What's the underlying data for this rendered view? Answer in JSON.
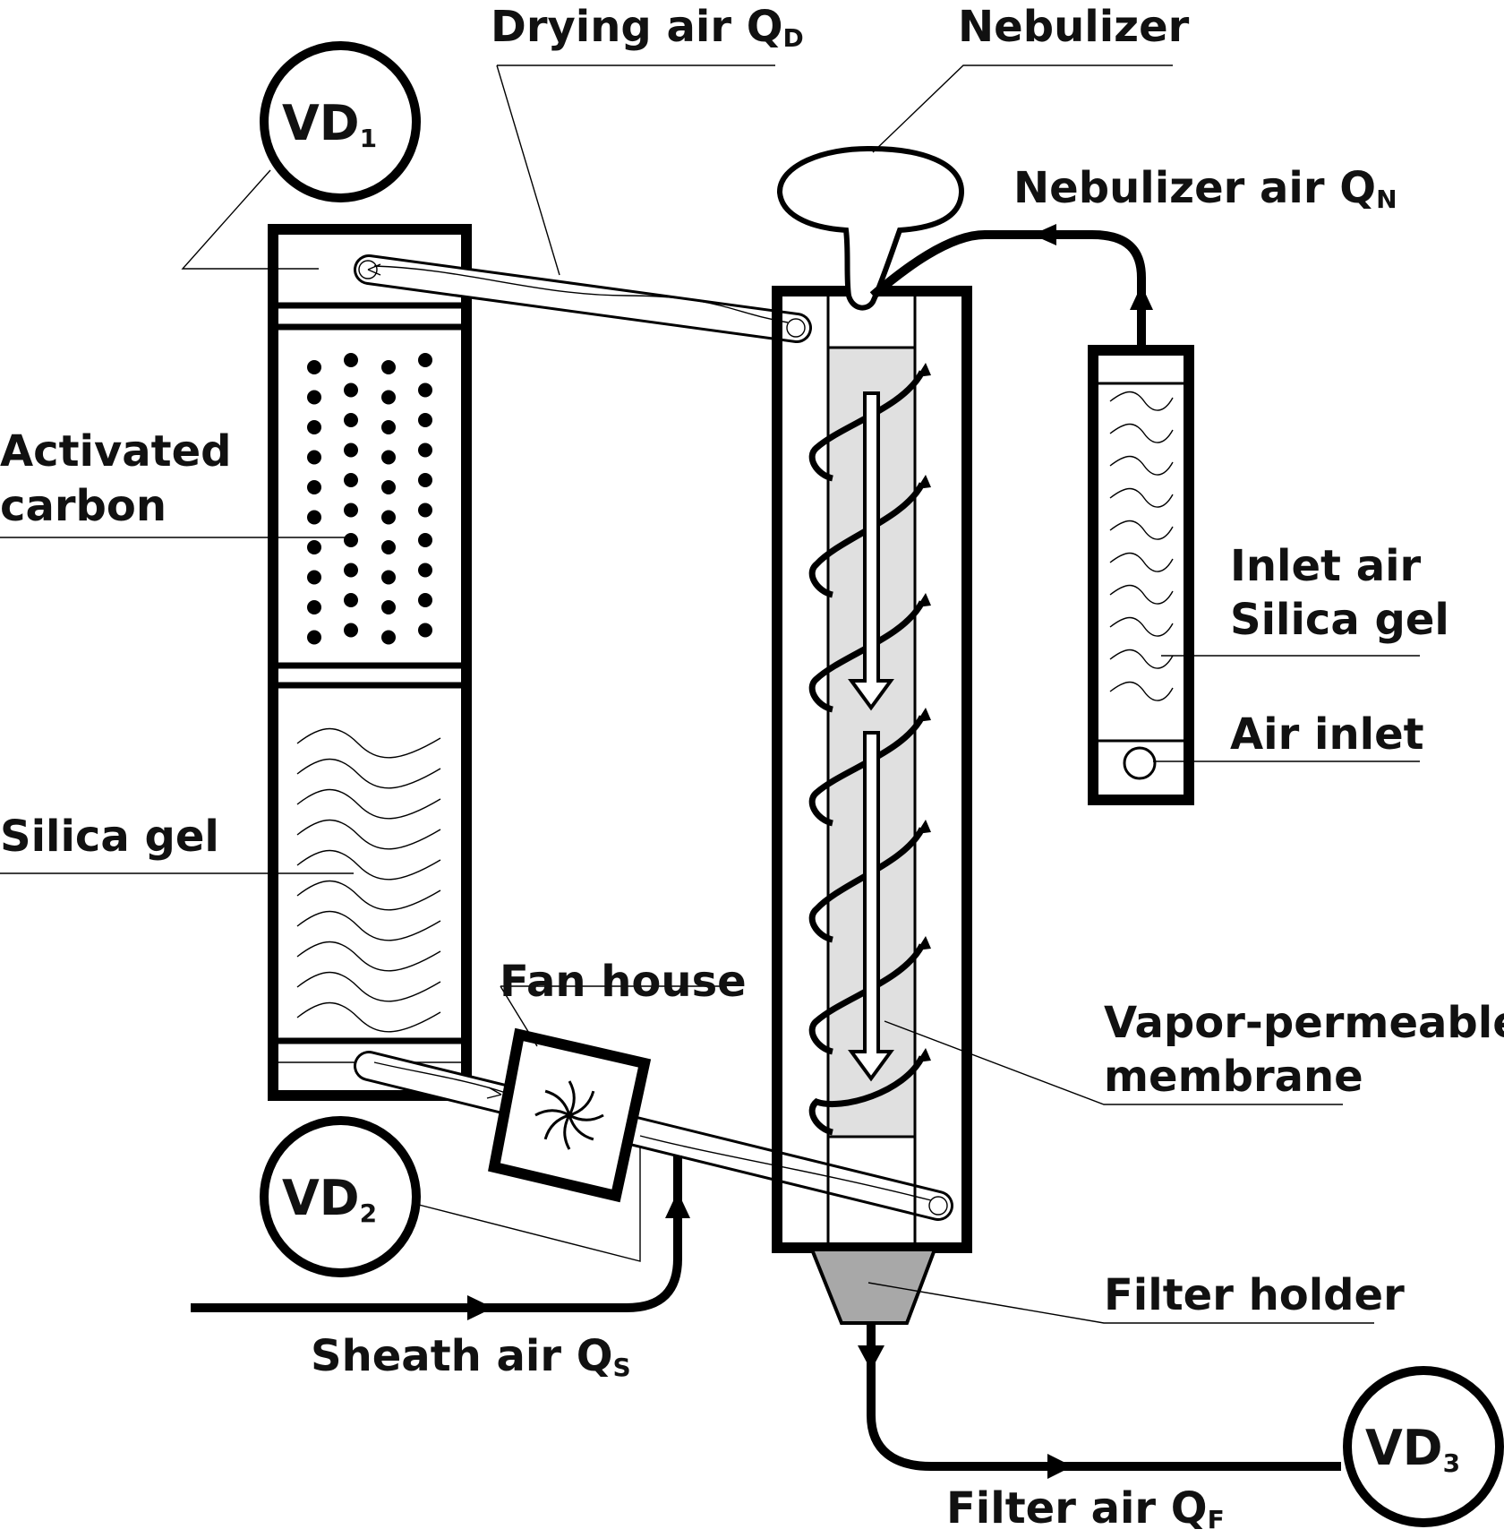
{
  "labels": {
    "drying_air": "Drying air Q",
    "drying_air_sub": "D",
    "nebulizer": "Nebulizer",
    "nebulizer_air": "Nebulizer air Q",
    "nebulizer_air_sub": "N",
    "activated_carbon_1": "Activated",
    "activated_carbon_2": "carbon",
    "silica_gel": "Silica gel",
    "inlet_air_1": "Inlet air",
    "inlet_air_2": "Silica gel",
    "air_inlet": "Air inlet",
    "fan_house": "Fan house",
    "vapor_membrane_1": "Vapor-permeable",
    "vapor_membrane_2": "membrane",
    "filter_holder": "Filter holder",
    "sheath_air": "Sheath air Q",
    "sheath_air_sub": "S",
    "filter_air": "Filter air Q",
    "filter_air_sub": "F"
  },
  "gauges": {
    "vd1": "VD",
    "vd1_sub": "1",
    "vd2": "VD",
    "vd2_sub": "2",
    "vd3": "VD",
    "vd3_sub": "3"
  },
  "colors": {
    "line": "#000000",
    "membrane_fill": "#e0e0e0",
    "filter_fill": "#a8a8a8",
    "background": "#ffffff"
  }
}
